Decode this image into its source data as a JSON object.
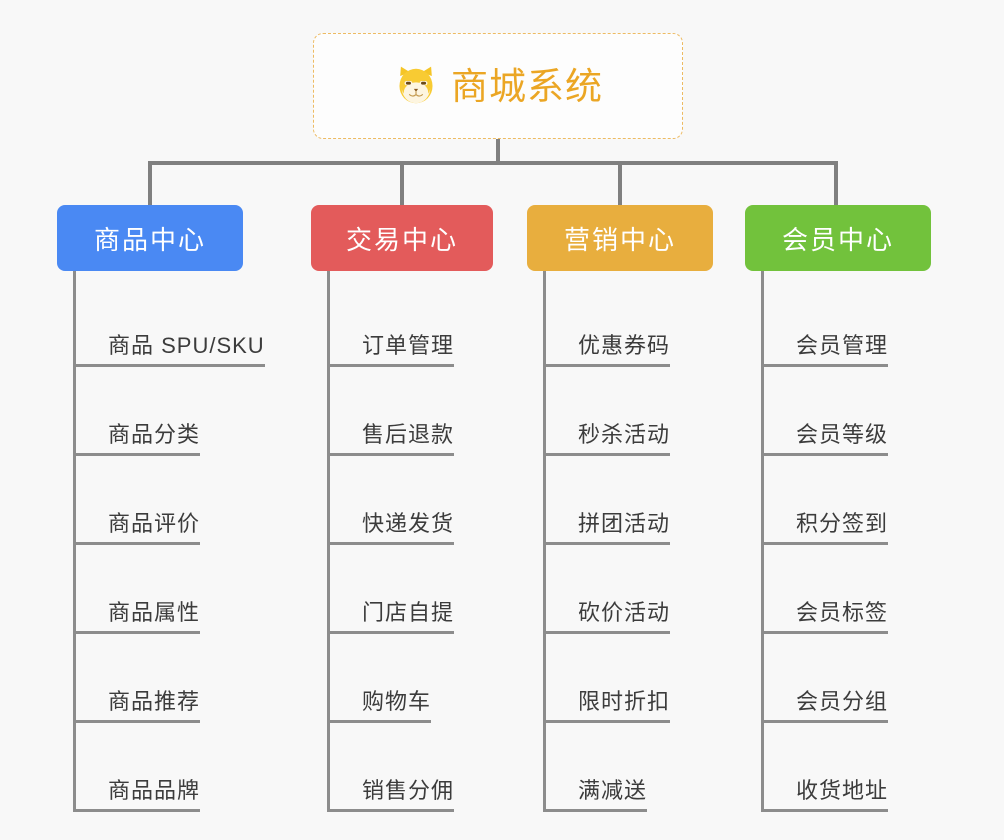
{
  "diagram": {
    "type": "org-tree",
    "background_color": "#f8f8f8",
    "connector_color": "#808080",
    "root": {
      "icon": "shiba-dog-face-icon",
      "title": "商城系统",
      "text_color": "#eba624",
      "border_color": "#edbb63",
      "background_color": "#fdfdfd"
    },
    "columns": [
      {
        "label": "商品中心",
        "color": "#4a89f3",
        "items": [
          "商品 SPU/SKU",
          "商品分类",
          "商品评价",
          "商品属性",
          "商品推荐",
          "商品品牌"
        ]
      },
      {
        "label": "交易中心",
        "color": "#e35b5b",
        "items": [
          "订单管理",
          "售后退款",
          "快递发货",
          "门店自提",
          "购物车",
          "销售分佣"
        ]
      },
      {
        "label": "营销中心",
        "color": "#e8ae3e",
        "items": [
          "优惠券码",
          "秒杀活动",
          "拼团活动",
          "砍价活动",
          "限时折扣",
          "满减送"
        ]
      },
      {
        "label": "会员中心",
        "color": "#72c23c",
        "items": [
          "会员管理",
          "会员等级",
          "积分签到",
          "会员标签",
          "会员分组",
          "收货地址"
        ]
      }
    ]
  }
}
